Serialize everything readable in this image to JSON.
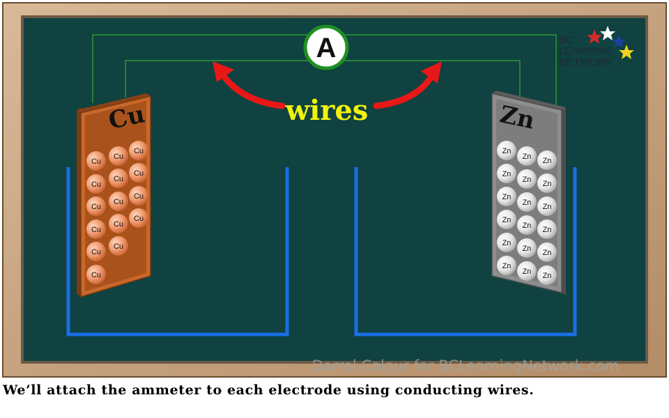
{
  "slide": {
    "caption": "We’ll attach the ammeter to each electrode using conducting wires.",
    "ammeter_label": "A",
    "wires_label": "wires",
    "watermark": "Darrol Colgur for BCLearningNetwork.com"
  },
  "logo": {
    "line1": "BC",
    "line2": "LEARNING",
    "line3": "NETWORK"
  },
  "copper_electrode": {
    "label": "Cu",
    "atom_label": "Cu",
    "atom_count": 16,
    "color": "#c8682a"
  },
  "zinc_electrode": {
    "label": "Zn",
    "atom_label": "Zn",
    "atom_count": 18,
    "color": "#8e8e8e"
  },
  "colors": {
    "board": "#0f4240",
    "frame": "#c4a27e",
    "beaker": "#1a6fe6",
    "wire": "#2f9a2f",
    "arrow": "#e81818",
    "wires_text": "#f2f20c"
  },
  "icons": [
    "ammeter-icon",
    "star-icon",
    "curved-arrow-icon"
  ]
}
